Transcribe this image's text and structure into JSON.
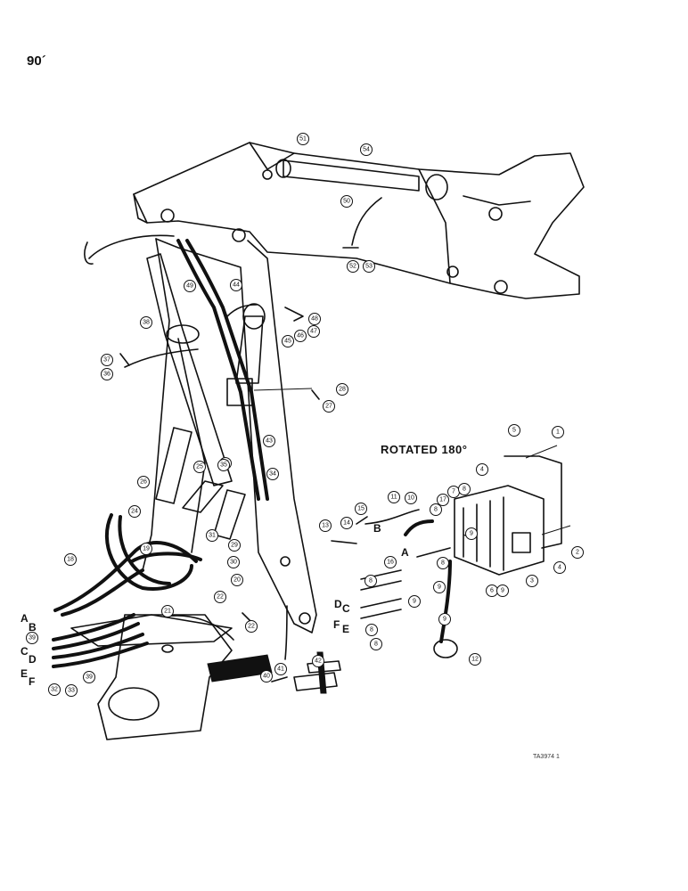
{
  "page": {
    "number": "90",
    "tick": "´"
  },
  "view_label": "ROTATED 180°",
  "ref_code": "TA3974 1",
  "letters": [
    "A",
    "B",
    "C",
    "D",
    "E",
    "F",
    "A",
    "B",
    "C",
    "D",
    "E",
    "F"
  ],
  "callouts": [
    "1",
    "2",
    "3",
    "4",
    "4",
    "5",
    "6",
    "7",
    "8",
    "8",
    "8",
    "8",
    "8",
    "8",
    "9",
    "9",
    "9",
    "9",
    "9",
    "10",
    "11",
    "12",
    "13",
    "14",
    "15",
    "16",
    "17",
    "18",
    "19",
    "20",
    "21",
    "22",
    "22",
    "24",
    "25",
    "25",
    "26",
    "27",
    "28",
    "29",
    "30",
    "31",
    "32",
    "33",
    "34",
    "35",
    "36",
    "37",
    "38",
    "39",
    "39",
    "40",
    "41",
    "42",
    "43",
    "44",
    "45",
    "46",
    "47",
    "48",
    "49",
    "50",
    "51",
    "52",
    "53",
    "54"
  ]
}
